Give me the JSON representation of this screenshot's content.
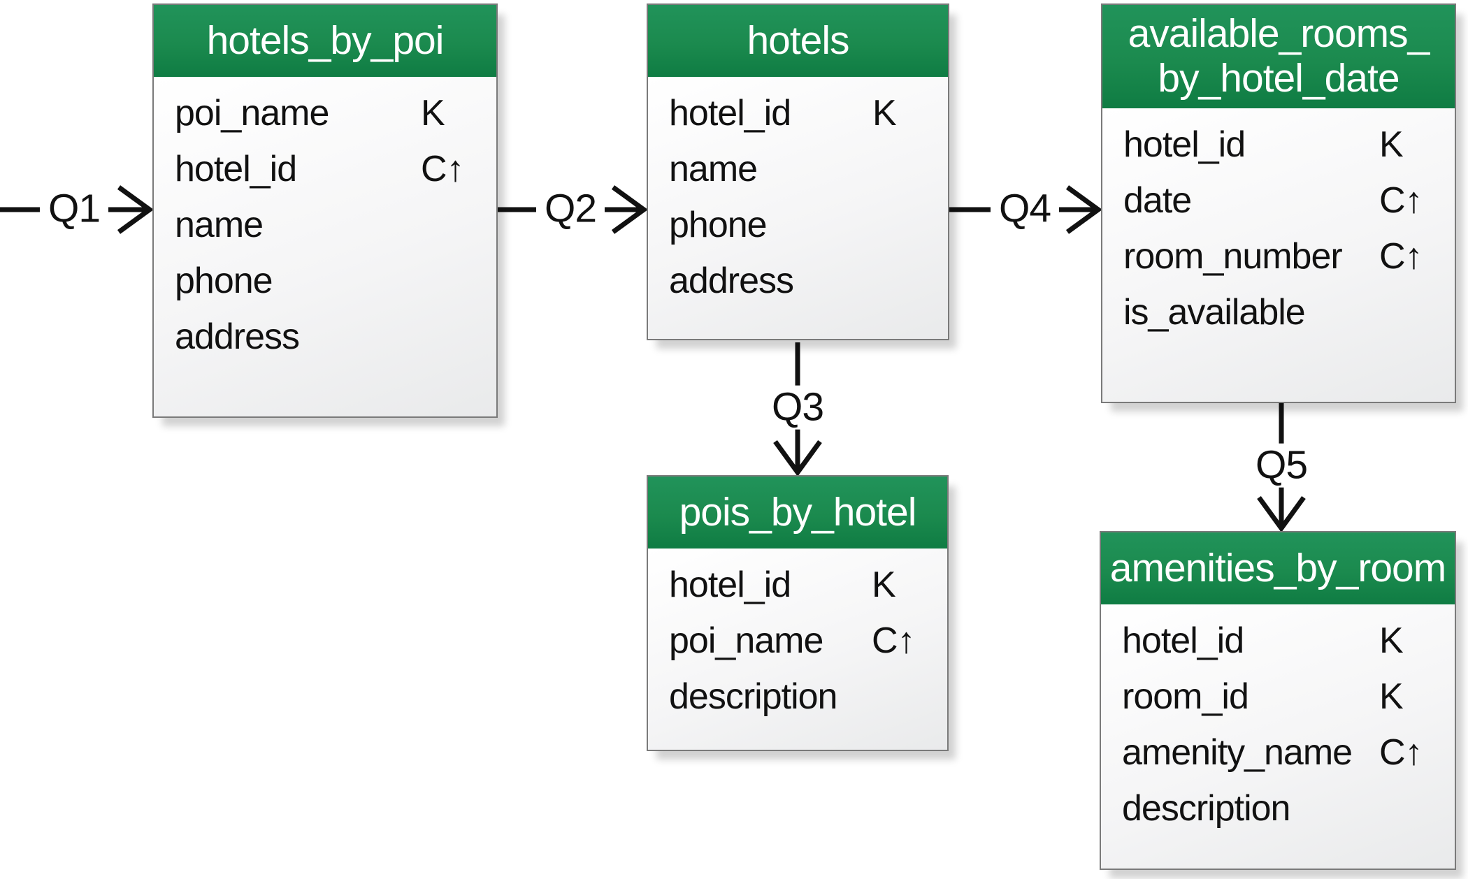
{
  "palette": {
    "header_green": "#1b8a4e",
    "header_green_light": "#21935a",
    "header_green_dark": "#0f7c43",
    "header_text": "#ffffff",
    "body_gradient_start": "#ffffff",
    "body_gradient_end": "#e9eaeb",
    "table_border": "#7a7a7a",
    "text": "#111111",
    "arrow": "#111111"
  },
  "diagram": {
    "tables": [
      {
        "id": "hotels_by_poi",
        "title": "hotels_by_poi",
        "columns": [
          {
            "name": "poi_name",
            "key": "K"
          },
          {
            "name": "hotel_id",
            "key": "C↑"
          },
          {
            "name": "name",
            "key": ""
          },
          {
            "name": "phone",
            "key": ""
          },
          {
            "name": "address",
            "key": ""
          }
        ]
      },
      {
        "id": "hotels",
        "title": "hotels",
        "columns": [
          {
            "name": "hotel_id",
            "key": "K"
          },
          {
            "name": "name",
            "key": ""
          },
          {
            "name": "phone",
            "key": ""
          },
          {
            "name": "address",
            "key": ""
          }
        ]
      },
      {
        "id": "available_rooms_by_hotel_date",
        "title": "available_rooms_\nby_hotel_date",
        "columns": [
          {
            "name": "hotel_id",
            "key": "K"
          },
          {
            "name": "date",
            "key": "C↑"
          },
          {
            "name": "room_number",
            "key": "C↑"
          },
          {
            "name": "is_available",
            "key": ""
          }
        ]
      },
      {
        "id": "pois_by_hotel",
        "title": "pois_by_hotel",
        "columns": [
          {
            "name": "hotel_id",
            "key": "K"
          },
          {
            "name": "poi_name",
            "key": "C↑"
          },
          {
            "name": "description",
            "key": ""
          }
        ]
      },
      {
        "id": "amenities_by_room",
        "title": "amenities_by_room",
        "columns": [
          {
            "name": "hotel_id",
            "key": "K"
          },
          {
            "name": "room_id",
            "key": "K"
          },
          {
            "name": "amenity_name",
            "key": "C↑"
          },
          {
            "name": "description",
            "key": ""
          }
        ]
      }
    ],
    "queries": [
      {
        "label": "Q1",
        "from": "",
        "to": "hotels_by_poi"
      },
      {
        "label": "Q2",
        "from": "hotels_by_poi",
        "to": "hotels"
      },
      {
        "label": "Q3",
        "from": "hotels",
        "to": "pois_by_hotel"
      },
      {
        "label": "Q4",
        "from": "hotels",
        "to": "available_rooms_by_hotel_date"
      },
      {
        "label": "Q5",
        "from": "available_rooms_by_hotel_date",
        "to": "amenities_by_room"
      }
    ]
  }
}
